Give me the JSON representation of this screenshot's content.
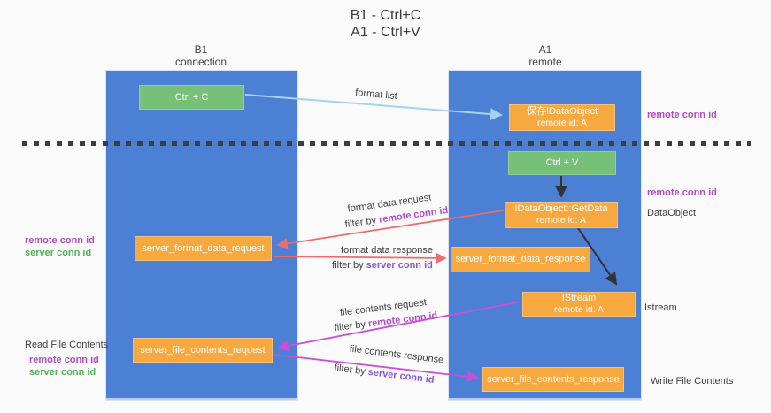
{
  "title": {
    "line1": "B1 - Ctrl+C",
    "line2": "A1 - Ctrl+V"
  },
  "columns": {
    "left": {
      "name": "B1",
      "sub": "connection"
    },
    "right": {
      "name": "A1",
      "sub": "remote"
    }
  },
  "boxes": {
    "ctrl_c": "Ctrl + C",
    "ctrl_v": "Ctrl + V",
    "save_idataobject": {
      "line1": "保存IDataObject",
      "line2": "remote id: A"
    },
    "getdata": {
      "line1": "IDataObject::GetData",
      "line2": "remote id: A"
    },
    "istream": {
      "line1": "IStream",
      "line2": "remote id: A"
    },
    "format_request": "server_format_data_request",
    "format_response": "server_format_data_response",
    "file_request": "server_file_contents_request",
    "file_response": "server_file_contents_response"
  },
  "left_panel": {
    "remote_conn_id": "remote conn id",
    "server_conn_id": "server conn id",
    "read_file_contents": "Read File Contents",
    "remote_conn_id2": "remote conn id",
    "server_conn_id2": "server conn id"
  },
  "right_panel": {
    "remote_conn_id_top": "remote conn id",
    "remote_conn_id_mid": "remote conn id",
    "dataobject": "DataObject",
    "istream": "Istream",
    "write_file_contents": "Write File Contents"
  },
  "arrow_labels": {
    "format_list": "format list",
    "format_request": "format data request",
    "format_request_filter_prefix": "filter by ",
    "format_request_filter_key": "remote conn id",
    "format_response": "format data response",
    "format_response_filter_prefix": "filter by ",
    "format_response_filter_key": "server conn id",
    "file_request": "file contents request",
    "file_request_filter_prefix": "filter by ",
    "file_request_filter_key": "remote conn id",
    "file_response": "file contents response",
    "file_response_filter_prefix": "filter by ",
    "file_response_filter_key": "server conn id"
  },
  "colors": {
    "col-blue": "#4b80d5",
    "box-orange": "#f7a93f",
    "box-green": "#76c078",
    "arrow-blue": "#a6d2f2",
    "arrow-red": "#e86d6f",
    "arrow-mag": "#cb4ed6",
    "txt-purple": "#b14cc4",
    "txt-green": "#53b25a",
    "txt-violet": "#8957d8"
  }
}
